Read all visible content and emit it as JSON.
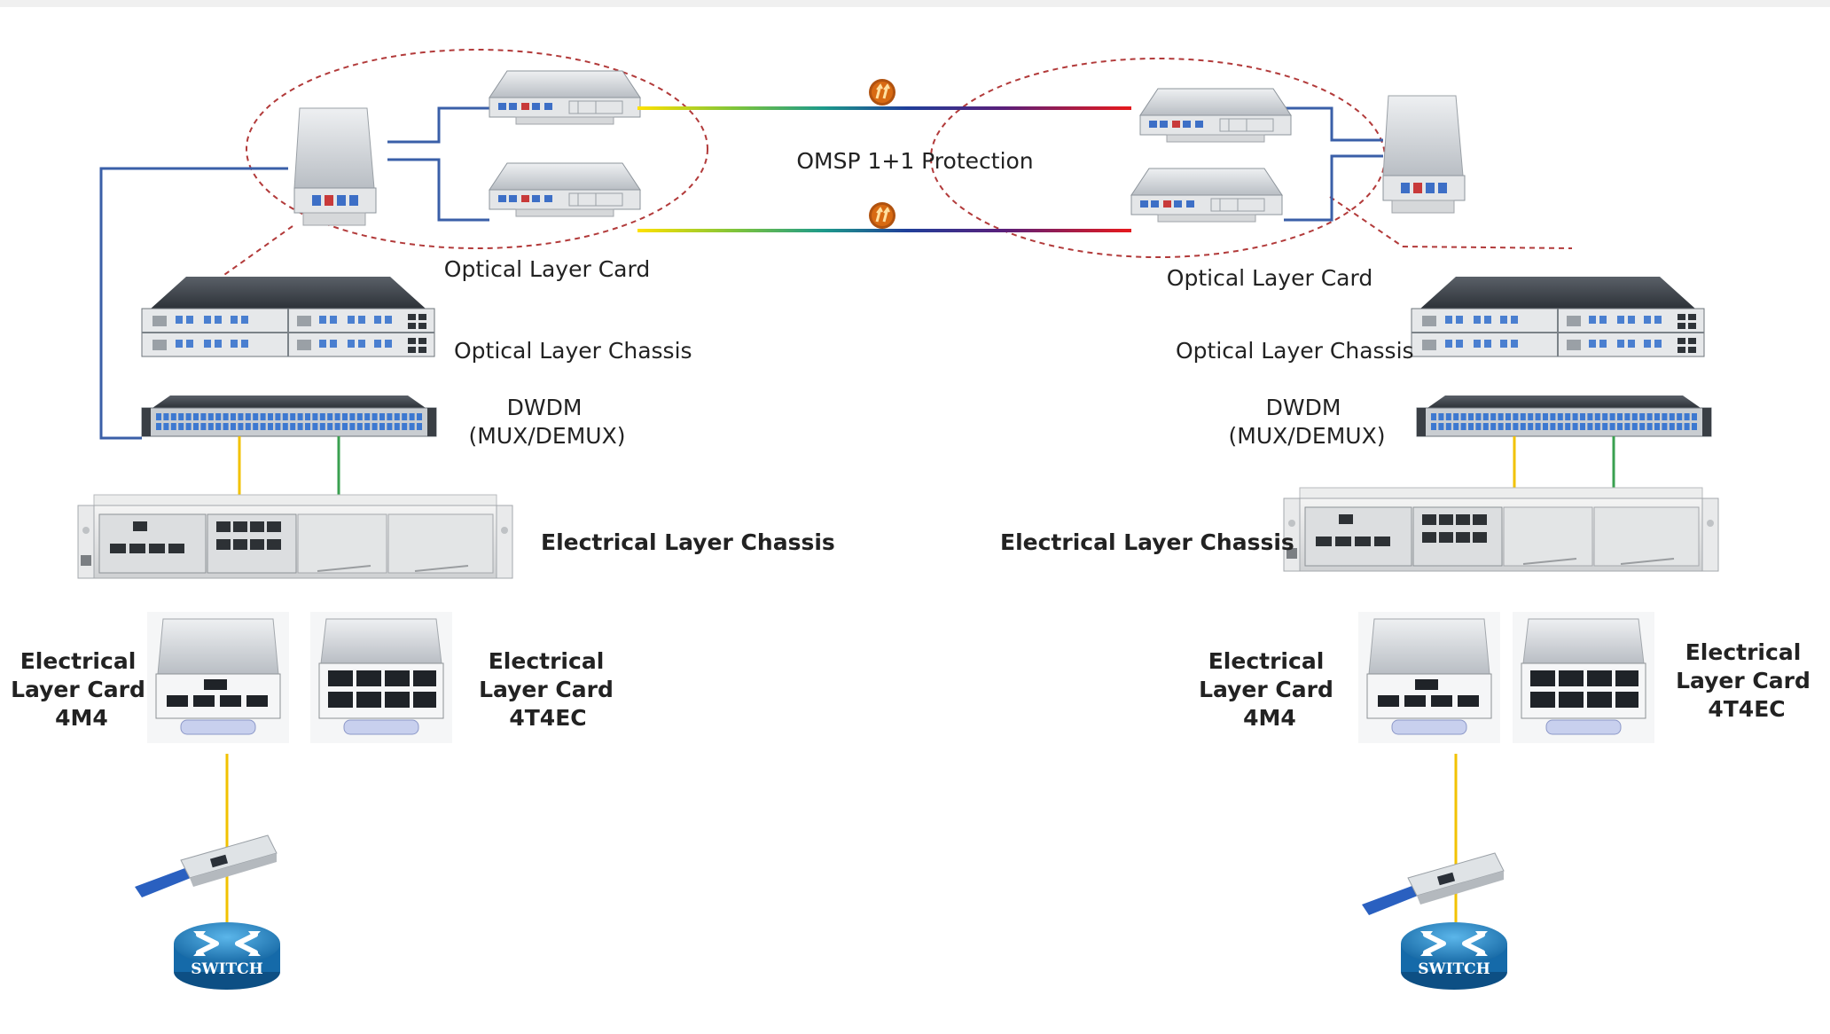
{
  "labels": {
    "omsp": "OMSP 1+1 Protection",
    "optical_card": "Optical Layer Card",
    "optical_chassis": "Optical Layer Chassis",
    "dwdm_1": "DWDM",
    "dwdm_2": "(MUX/DEMUX)",
    "electrical_chassis": "Electrical Layer Chassis",
    "card_line1": "Electrical",
    "card_line2": "Layer Card",
    "card_4m4": "4M4",
    "card_4t4ec": "4T4EC",
    "switch": "SWITCH"
  },
  "colors": {
    "link_blue": "#3a5fa8",
    "trib_yellow": "#f2c200",
    "trib_green": "#3aa050",
    "ellipse_red": "#b23a3a",
    "switch_blue": "#1f7fc0"
  },
  "icons": [
    "fiber-break-icon",
    "switch-icon",
    "transceiver-icon"
  ]
}
